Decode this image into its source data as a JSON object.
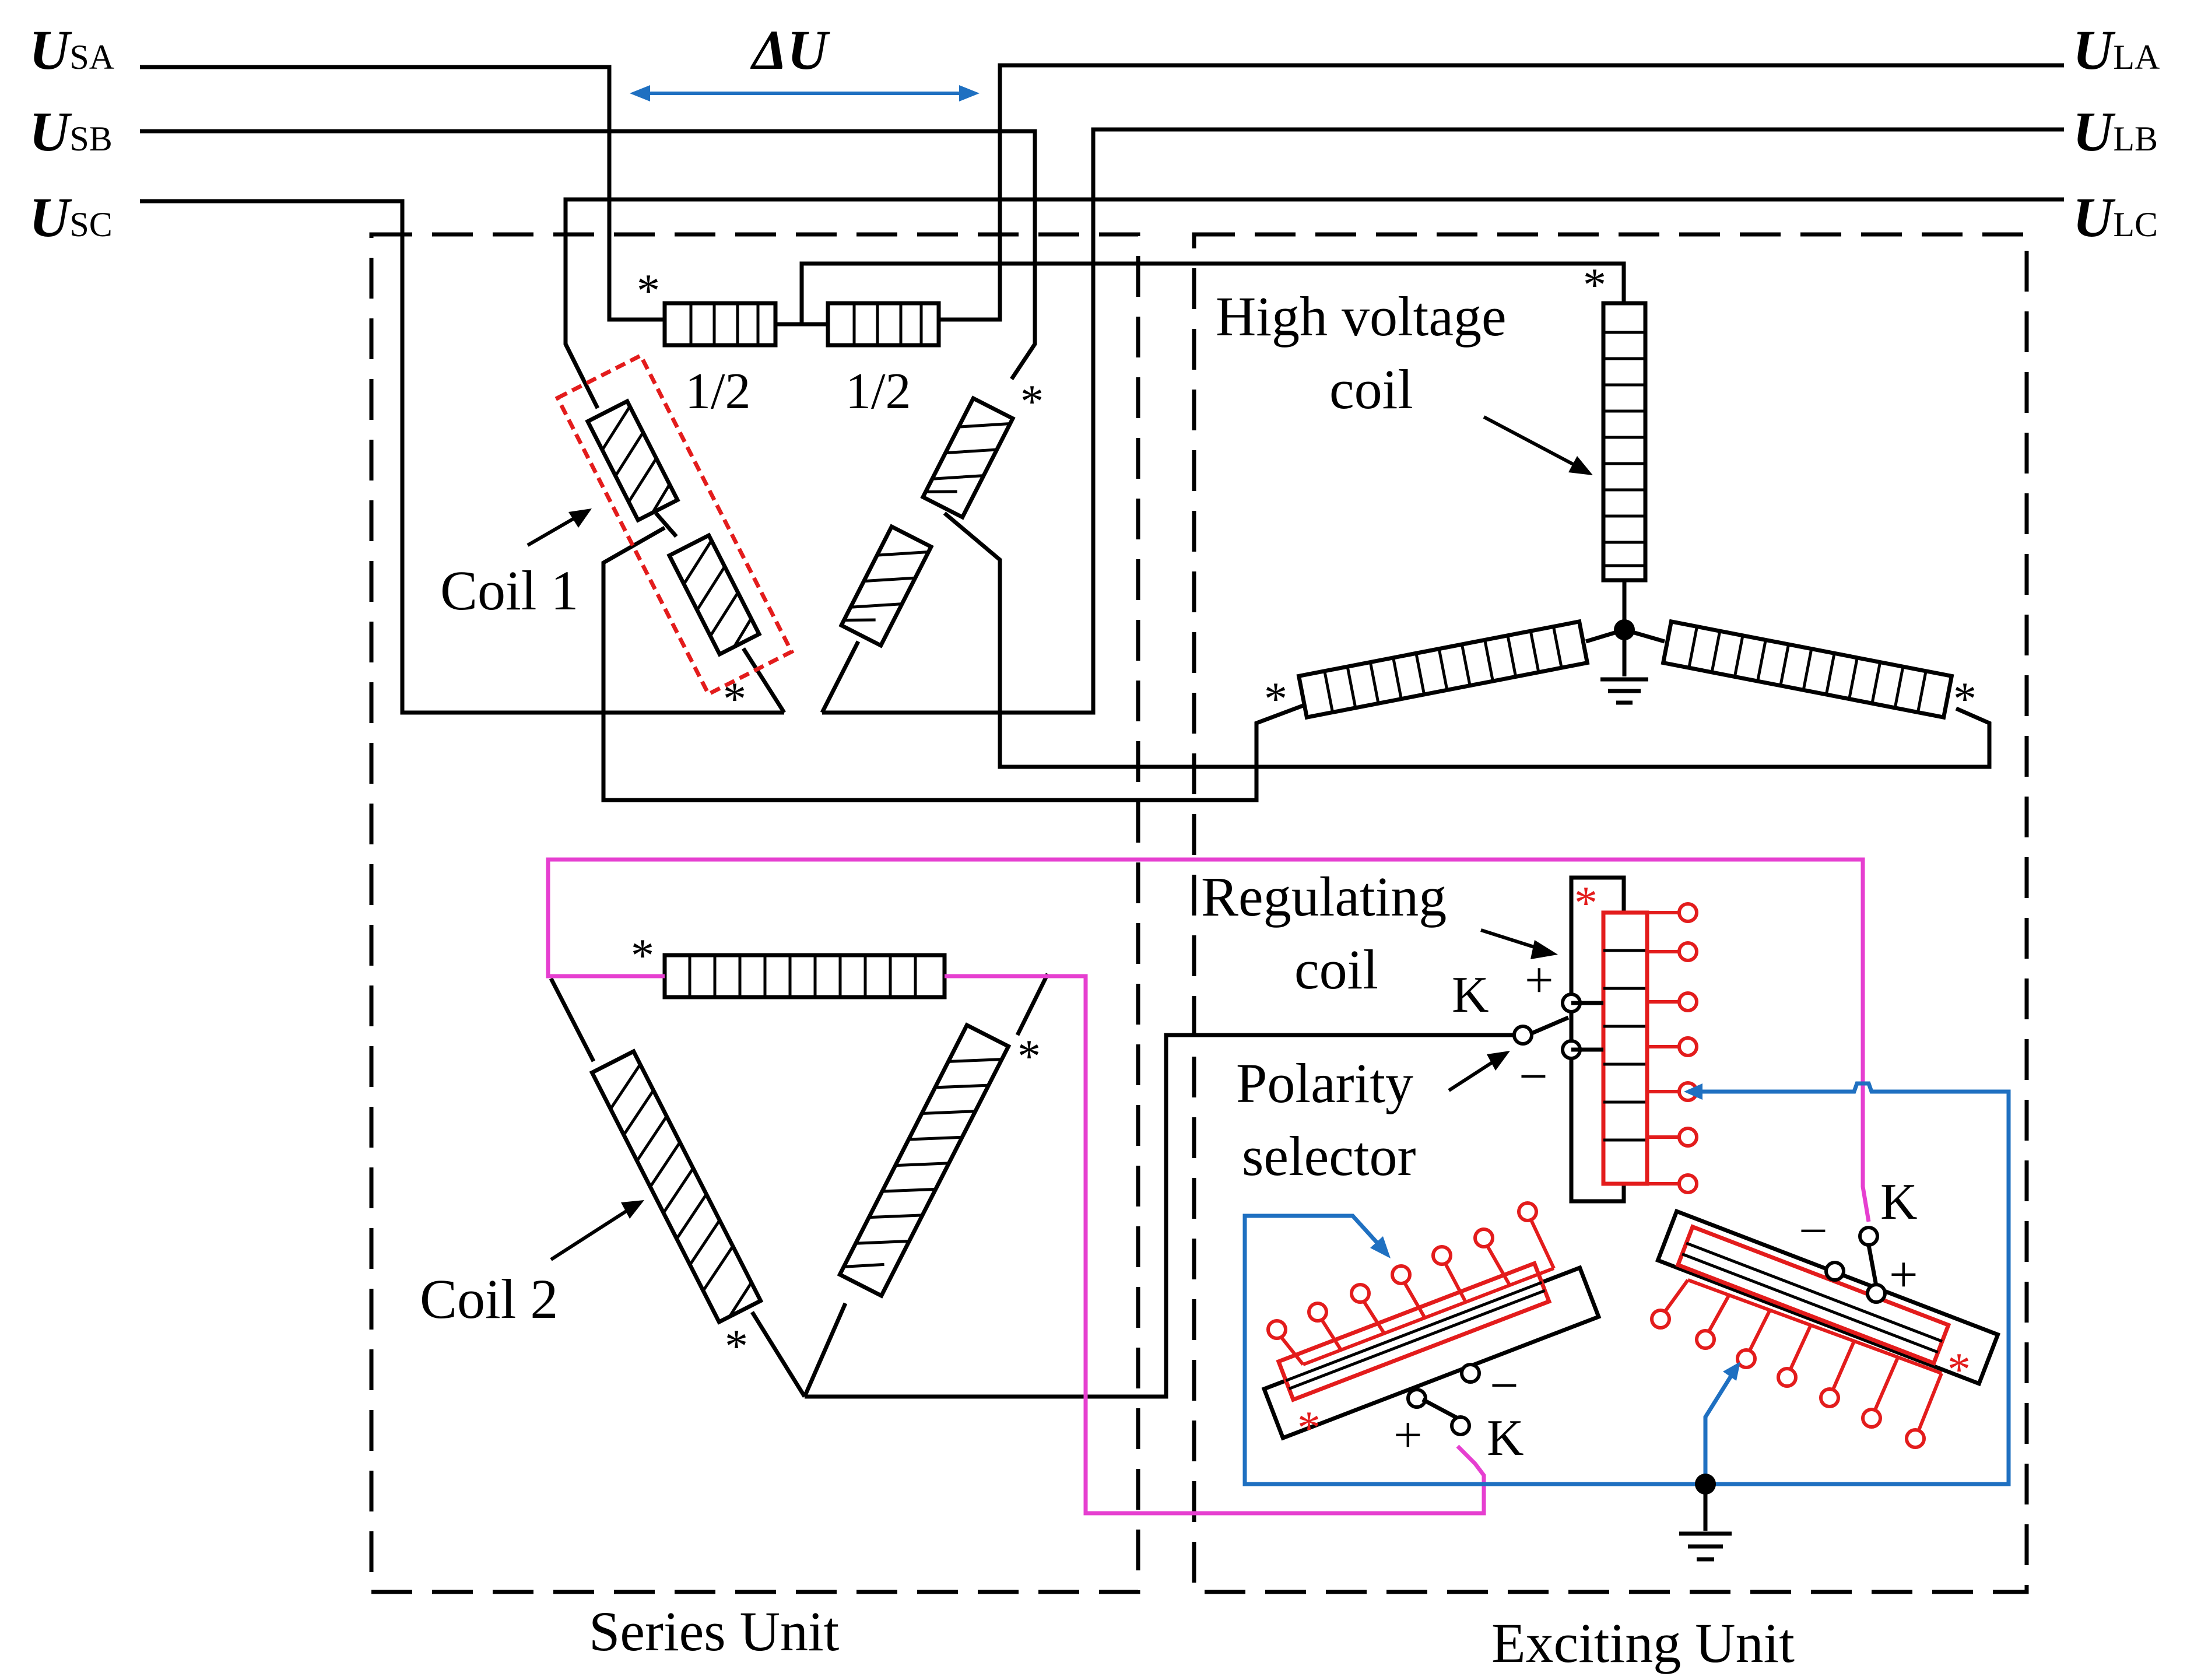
{
  "terminals": {
    "left": [
      {
        "main": "U",
        "sub": "SA"
      },
      {
        "main": "U",
        "sub": "SB"
      },
      {
        "main": "U",
        "sub": "SC"
      }
    ],
    "right": [
      {
        "main": "U",
        "sub": "LA"
      },
      {
        "main": "U",
        "sub": "LB"
      },
      {
        "main": "U",
        "sub": "LC"
      }
    ]
  },
  "delta_u": "ΔU",
  "halves": [
    "1/2",
    "1/2"
  ],
  "labels": {
    "coil1": "Coil 1",
    "coil2": "Coil 2",
    "high_voltage_line1": "High voltage",
    "high_voltage_line2": "coil",
    "regulating_line1": "Regulating",
    "regulating_line2": "coil",
    "polarity_line1": "Polarity",
    "polarity_line2": "selector",
    "series_unit": "Series Unit",
    "exciting_unit": "Exciting Unit"
  },
  "symbols": {
    "star": "*",
    "plus": "+",
    "minus": "−",
    "switch": "K"
  },
  "colors": {
    "wire": "#000000",
    "magenta_wire": "#e63fd0",
    "blue_wire": "#1f70c1",
    "tap_red": "#e31c1c",
    "highlight_box": "#e31c1c"
  }
}
